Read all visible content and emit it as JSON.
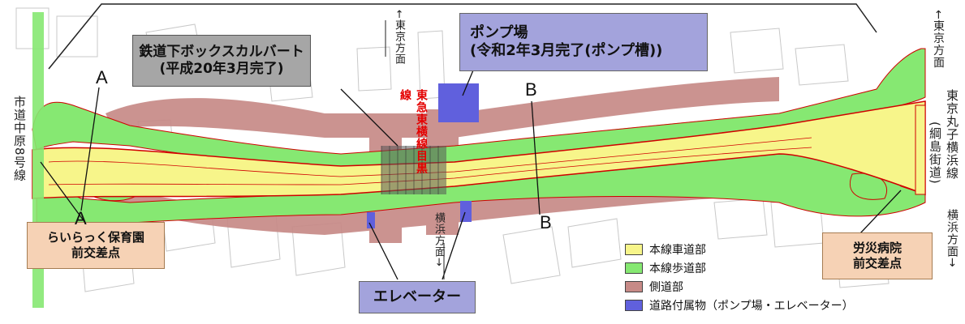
{
  "callouts": {
    "culvert_line1": "鉄道下ボックスカルバート",
    "culvert_line2": "(平成20年3月完了)",
    "pump_line1": "ポンプ場",
    "pump_line2": "(令和2年3月完了(ポンプ槽))",
    "elevator": "エレベーター",
    "nursery_line1": "らいらっく保育園",
    "nursery_line2": "前交差点",
    "hospital_line1": "労災病院",
    "hospital_line2": "前交差点"
  },
  "road_labels": {
    "shinai": "市道中原8号線",
    "tokyo_left": "←東京方面",
    "yokohama_left": "横浜方面→",
    "railway": "東急東横線目黒線",
    "tokyo_right": "←東京方面",
    "maruko_line": "東京丸子横浜線",
    "tsunashima": "(綱島街道)",
    "yokohama_right": "横浜方面→"
  },
  "sections": {
    "a_top": "A",
    "a_bottom": "A",
    "b_top": "B",
    "b_bottom": "B"
  },
  "legend": [
    {
      "label": "本線車道部",
      "color": "#f7f58a"
    },
    {
      "label": "本線歩道部",
      "color": "#86e872"
    },
    {
      "label": "側道部",
      "color": "#c78a87"
    },
    {
      "label": "道路付属物（ポンプ場・エレベーター）",
      "color": "#6060dd"
    }
  ],
  "colors": {
    "callout_gray": "#a6a6a6",
    "callout_purple": "#a3a3dc",
    "callout_tan": "#f6d2b5",
    "railway_red": "#e40000",
    "outline_red": "#d00000"
  }
}
